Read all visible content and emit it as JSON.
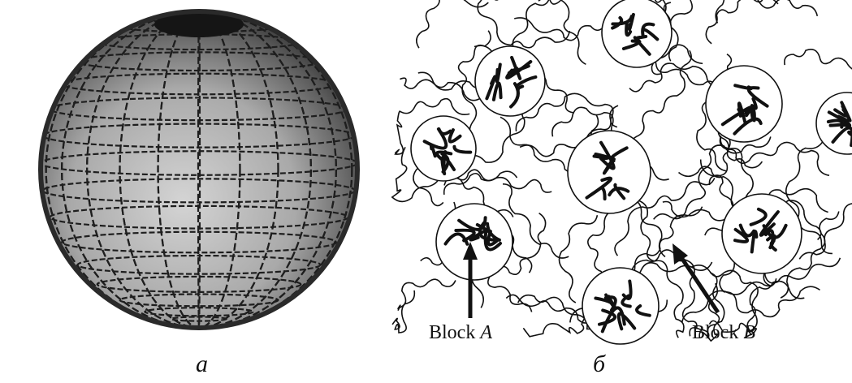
{
  "panels": {
    "a": {
      "label": "a"
    },
    "b": {
      "label": "б"
    }
  },
  "annotations": {
    "block_a": {
      "prefix": "Block ",
      "letter": "A"
    },
    "block_b": {
      "prefix": "Block ",
      "letter": "B"
    }
  },
  "colors": {
    "ink": "#111111",
    "sphere_light": "#d8d8d8",
    "sphere_dark": "#2a2a2a"
  }
}
